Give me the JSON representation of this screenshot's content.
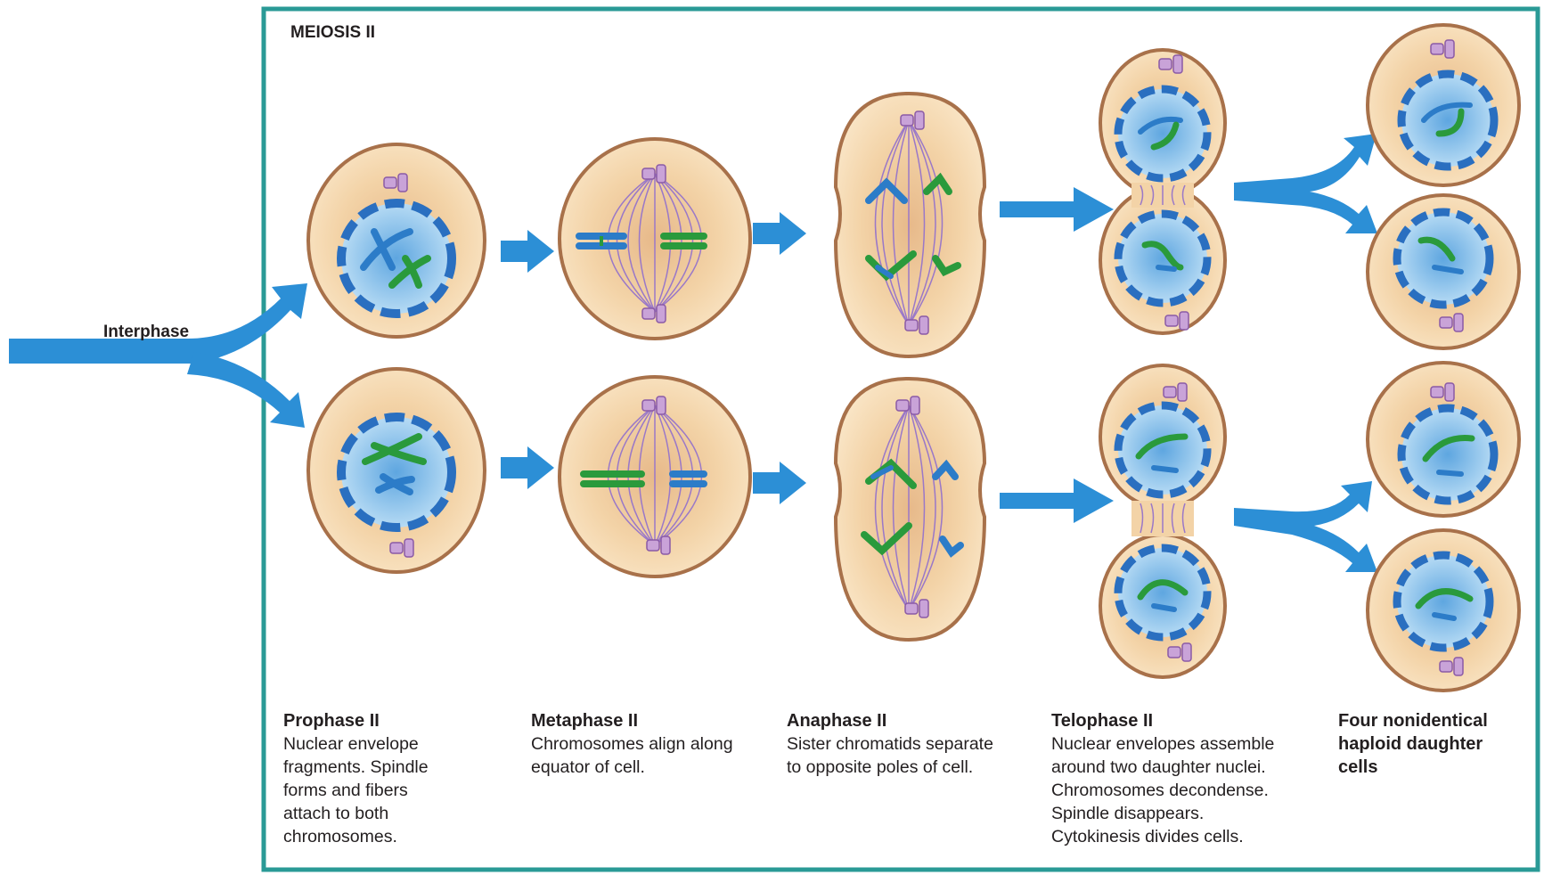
{
  "title": "MEIOSIS II",
  "interphase_label": "Interphase",
  "colors": {
    "frame": "#2a9a96",
    "arrow": "#2c8fd6",
    "cell_fill": "#f5d9b0",
    "cell_edge": "#a8714a",
    "nucleus_fill": "#8cc4ea",
    "envelope": "#2a6fc0",
    "chromosome_blue": "#2c7cc8",
    "chromosome_green": "#2a9a3c",
    "centriole": "#c9a3d8",
    "spindle": "#9a78c8"
  },
  "stages": [
    {
      "name": "Prophase II",
      "description": "Nuclear envelope\nfragments. Spindle\nforms and fibers\nattach to both\nchromosomes."
    },
    {
      "name": "Metaphase II",
      "description": "Chromosomes align along\nequator of cell."
    },
    {
      "name": "Anaphase II",
      "description": "Sister chromatids separate\nto opposite poles of cell."
    },
    {
      "name": "Telophase II",
      "description": "Nuclear envelopes assemble\naround two daughter nuclei.\nChromosomes decondense.\nSpindle disappears.\nCytokinesis divides cells."
    },
    {
      "name": "",
      "description": "Four nonidentical\nhaploid daughter\ncells"
    }
  ]
}
